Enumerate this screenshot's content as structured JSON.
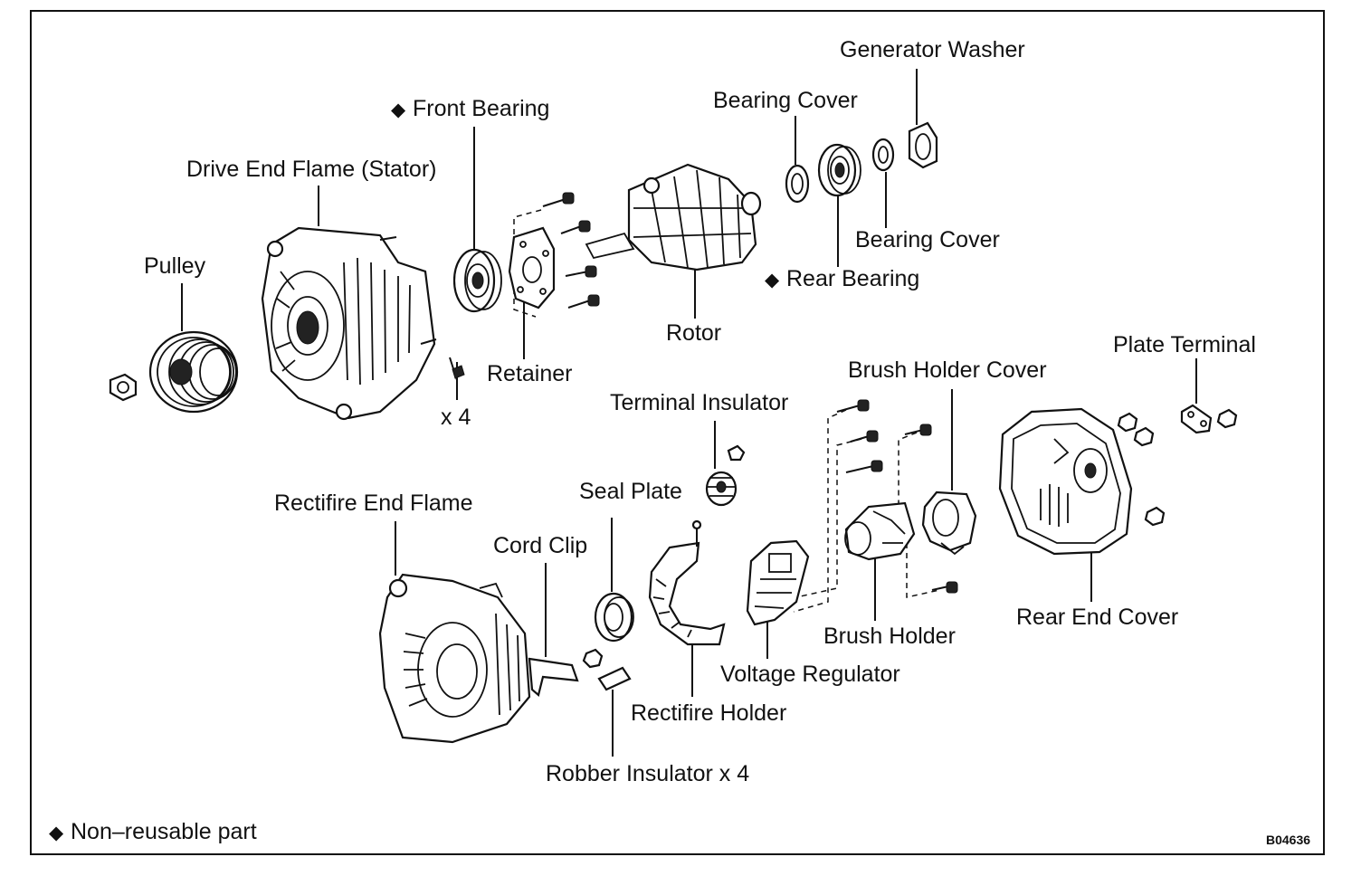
{
  "diagram": {
    "nonreusable_mark": "◆",
    "labels": {
      "generator_washer": "Generator Washer",
      "front_bearing": "Front Bearing",
      "bearing_cover_top": "Bearing Cover",
      "drive_end_flame": "Drive End Flame (Stator)",
      "bearing_cover_mid": "Bearing Cover",
      "rear_bearing": "Rear Bearing",
      "pulley": "Pulley",
      "rotor": "Rotor",
      "plate_terminal": "Plate Terminal",
      "brush_holder_cover": "Brush Holder Cover",
      "retainer": "Retainer",
      "terminal_insulator": "Terminal Insulator",
      "x4": "x 4",
      "seal_plate": "Seal Plate",
      "rectifire_end_flame": "Rectifire End Flame",
      "cord_clip": "Cord Clip",
      "rear_end_cover": "Rear End Cover",
      "brush_holder": "Brush Holder",
      "voltage_regulator": "Voltage Regulator",
      "rectifire_holder": "Rectifire Holder",
      "robber_insulator": "Robber Insulator x 4"
    },
    "legend": "Non–reusable part",
    "figure_code": "B04636"
  }
}
